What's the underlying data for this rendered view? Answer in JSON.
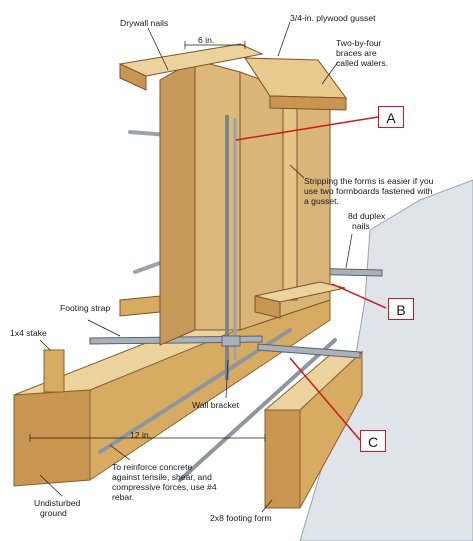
{
  "labels": {
    "drywall_nails": "Drywall nails",
    "six_in": "6 in.",
    "plywood_gusset": "3/4-in. plywood gusset",
    "walers_line1": "Two-by-four",
    "walers_line2": "braces are",
    "walers_line3": "called walers.",
    "stripping_line1": "Stripping the forms is easier if you",
    "stripping_line2": "use two formboards fastened with",
    "stripping_line3": "a gusset.",
    "duplex_line1": "8d duplex",
    "duplex_line2": "nails",
    "footing_strap": "Footing strap",
    "stake": "1x4 stake",
    "wall_bracket": "Wall bracket",
    "twelve_in": "12 in.",
    "rebar_line1": "To reinforce concrete",
    "rebar_line2": "against tensile, shear, and",
    "rebar_line3": "compressive forces, use #4",
    "rebar_line4": "rebar.",
    "ground_line1": "Undisturbed",
    "ground_line2": "ground",
    "footing_form": "2x8 footing form"
  },
  "callouts": {
    "a": "A",
    "b": "B",
    "c": "C"
  },
  "colors": {
    "wood_light": "#e9c98a",
    "wood_mid": "#d7ab62",
    "wood_dark": "#b78542",
    "plywood": "#d9b57a",
    "steel": "#9aa3ad",
    "callout_red": "#d0181e"
  }
}
